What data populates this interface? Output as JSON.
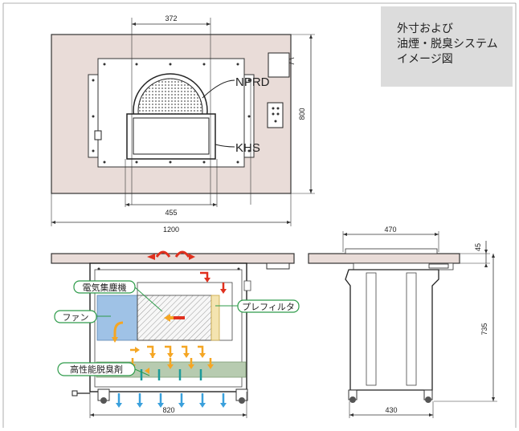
{
  "caption": {
    "lines": [
      "外寸および",
      "油煙・脱臭システム",
      "イメージ図"
    ]
  },
  "top_view": {
    "dim_top": "372",
    "dim_right": "800",
    "dim_bottom_inner": "455",
    "dim_bottom_outer": "1200",
    "label_nprd": "NPRD",
    "label_khs": "KHS"
  },
  "front_view": {
    "dim_bottom": "820",
    "labels": {
      "precipitator": "電気集塵機",
      "prefilter": "プレフィルタ",
      "fan": "ファン",
      "deodorant": "高性能脱臭剤"
    }
  },
  "side_view": {
    "dim_top": "470",
    "dim_right_top": "45",
    "dim_right": "735",
    "dim_bottom": "430"
  },
  "colors": {
    "tabletop": "#e9dcd8",
    "fan_blue": "#9fc2e6",
    "deodorant_green": "#b7cbb0",
    "arrow_orange": "#f5a623",
    "arrow_red": "#e0301e",
    "arrow_blue": "#3aa0dc",
    "arrow_teal": "#1d9a9a",
    "callout_green": "#2e9b4a"
  }
}
